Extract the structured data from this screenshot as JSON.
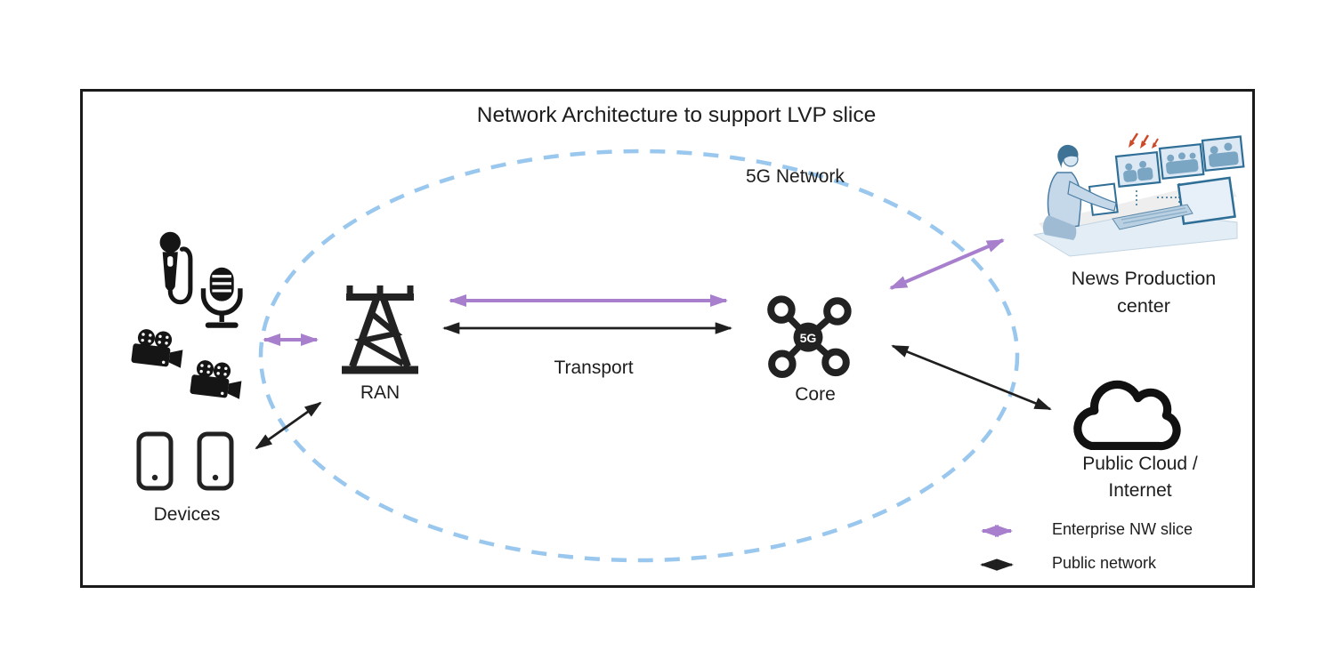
{
  "diagram": {
    "title": "Network Architecture to support LVP slice",
    "network_label": "5G Network"
  },
  "nodes": {
    "devices": {
      "label": "Devices"
    },
    "ran": {
      "label": "RAN"
    },
    "transport": {
      "label": "Transport"
    },
    "core": {
      "label": "Core",
      "icon_text": "5G"
    },
    "news_production": {
      "label": "News Production center"
    },
    "public_cloud": {
      "label": "Public Cloud / Internet"
    }
  },
  "legend": {
    "items": [
      {
        "label": "Enterprise NW slice",
        "color": "#a87fcd"
      },
      {
        "label": "Public network",
        "color": "#1f1f1f"
      }
    ]
  },
  "colors": {
    "enterprise_slice": "#a87fcd",
    "public_network": "#1f1f1f",
    "network_boundary": "#99c7ee"
  }
}
